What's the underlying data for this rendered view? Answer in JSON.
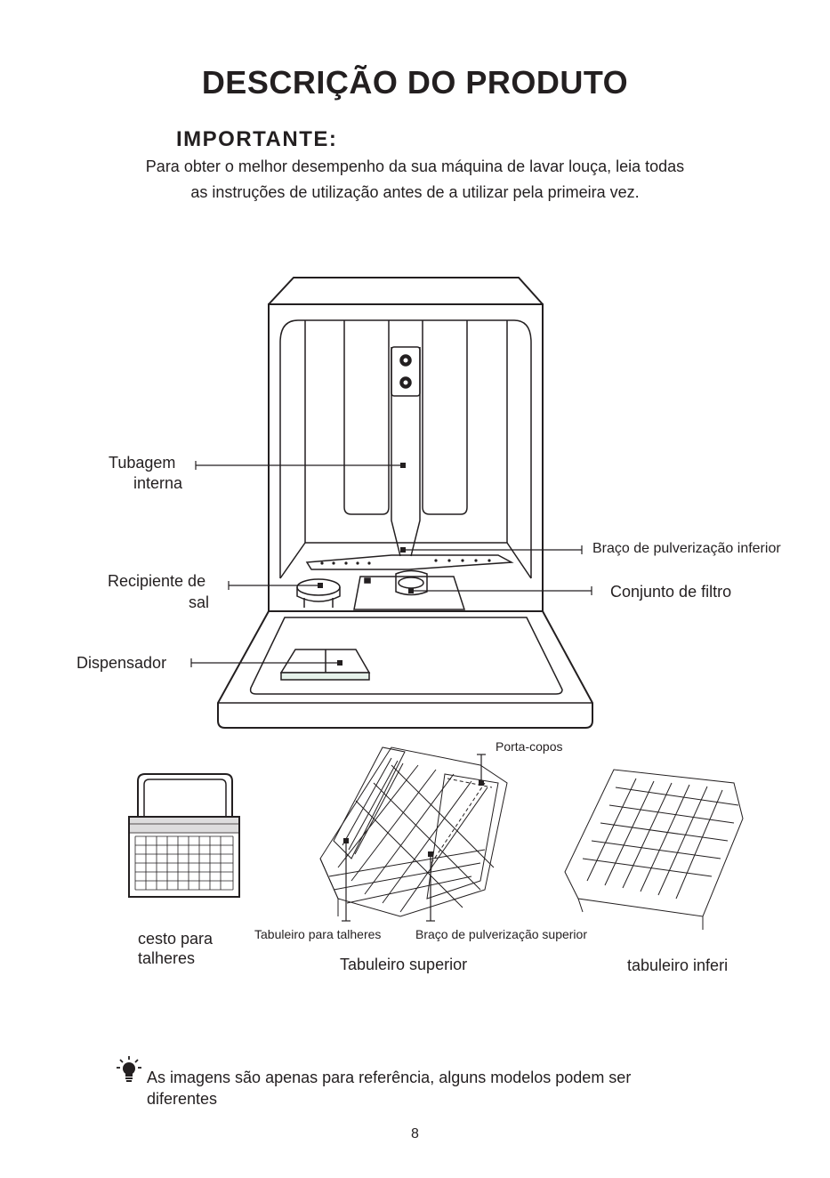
{
  "header": {
    "title": "DESCRIÇÃO DO PRODUTO",
    "important": "IMPORTANTE:",
    "intro_line1": "Para obter o melhor desempenho da sua máquina de lavar louça, leia todas",
    "intro_line2": "as instruções de utilização antes de a utilizar pela primeira vez."
  },
  "labels": {
    "internal_pipe_1": "Tubagem",
    "internal_pipe_2": "interna",
    "salt_container_1": "Recipiente de",
    "salt_container_2": "sal",
    "dispenser": "Dispensador",
    "lower_spray_arm": "Braço de pulverização inferior",
    "filter_assembly": "Conjunto de filtro",
    "cup_shelf": "Porta-copos",
    "cutlery_basket_1": "cesto para",
    "cutlery_basket_2": "talheres",
    "cutlery_rack": "Tabuleiro para talheres",
    "upper_spray_arm": "Braço de pulverização superior",
    "upper_basket": "Tabuleiro superior",
    "lower_basket": "tabuleiro inferi"
  },
  "footer": {
    "note_icon": "lightbulb-icon",
    "note_line1": "As imagens são apenas para referência, alguns modelos podem ser",
    "note_line2": "diferentes",
    "page_number": "8"
  }
}
